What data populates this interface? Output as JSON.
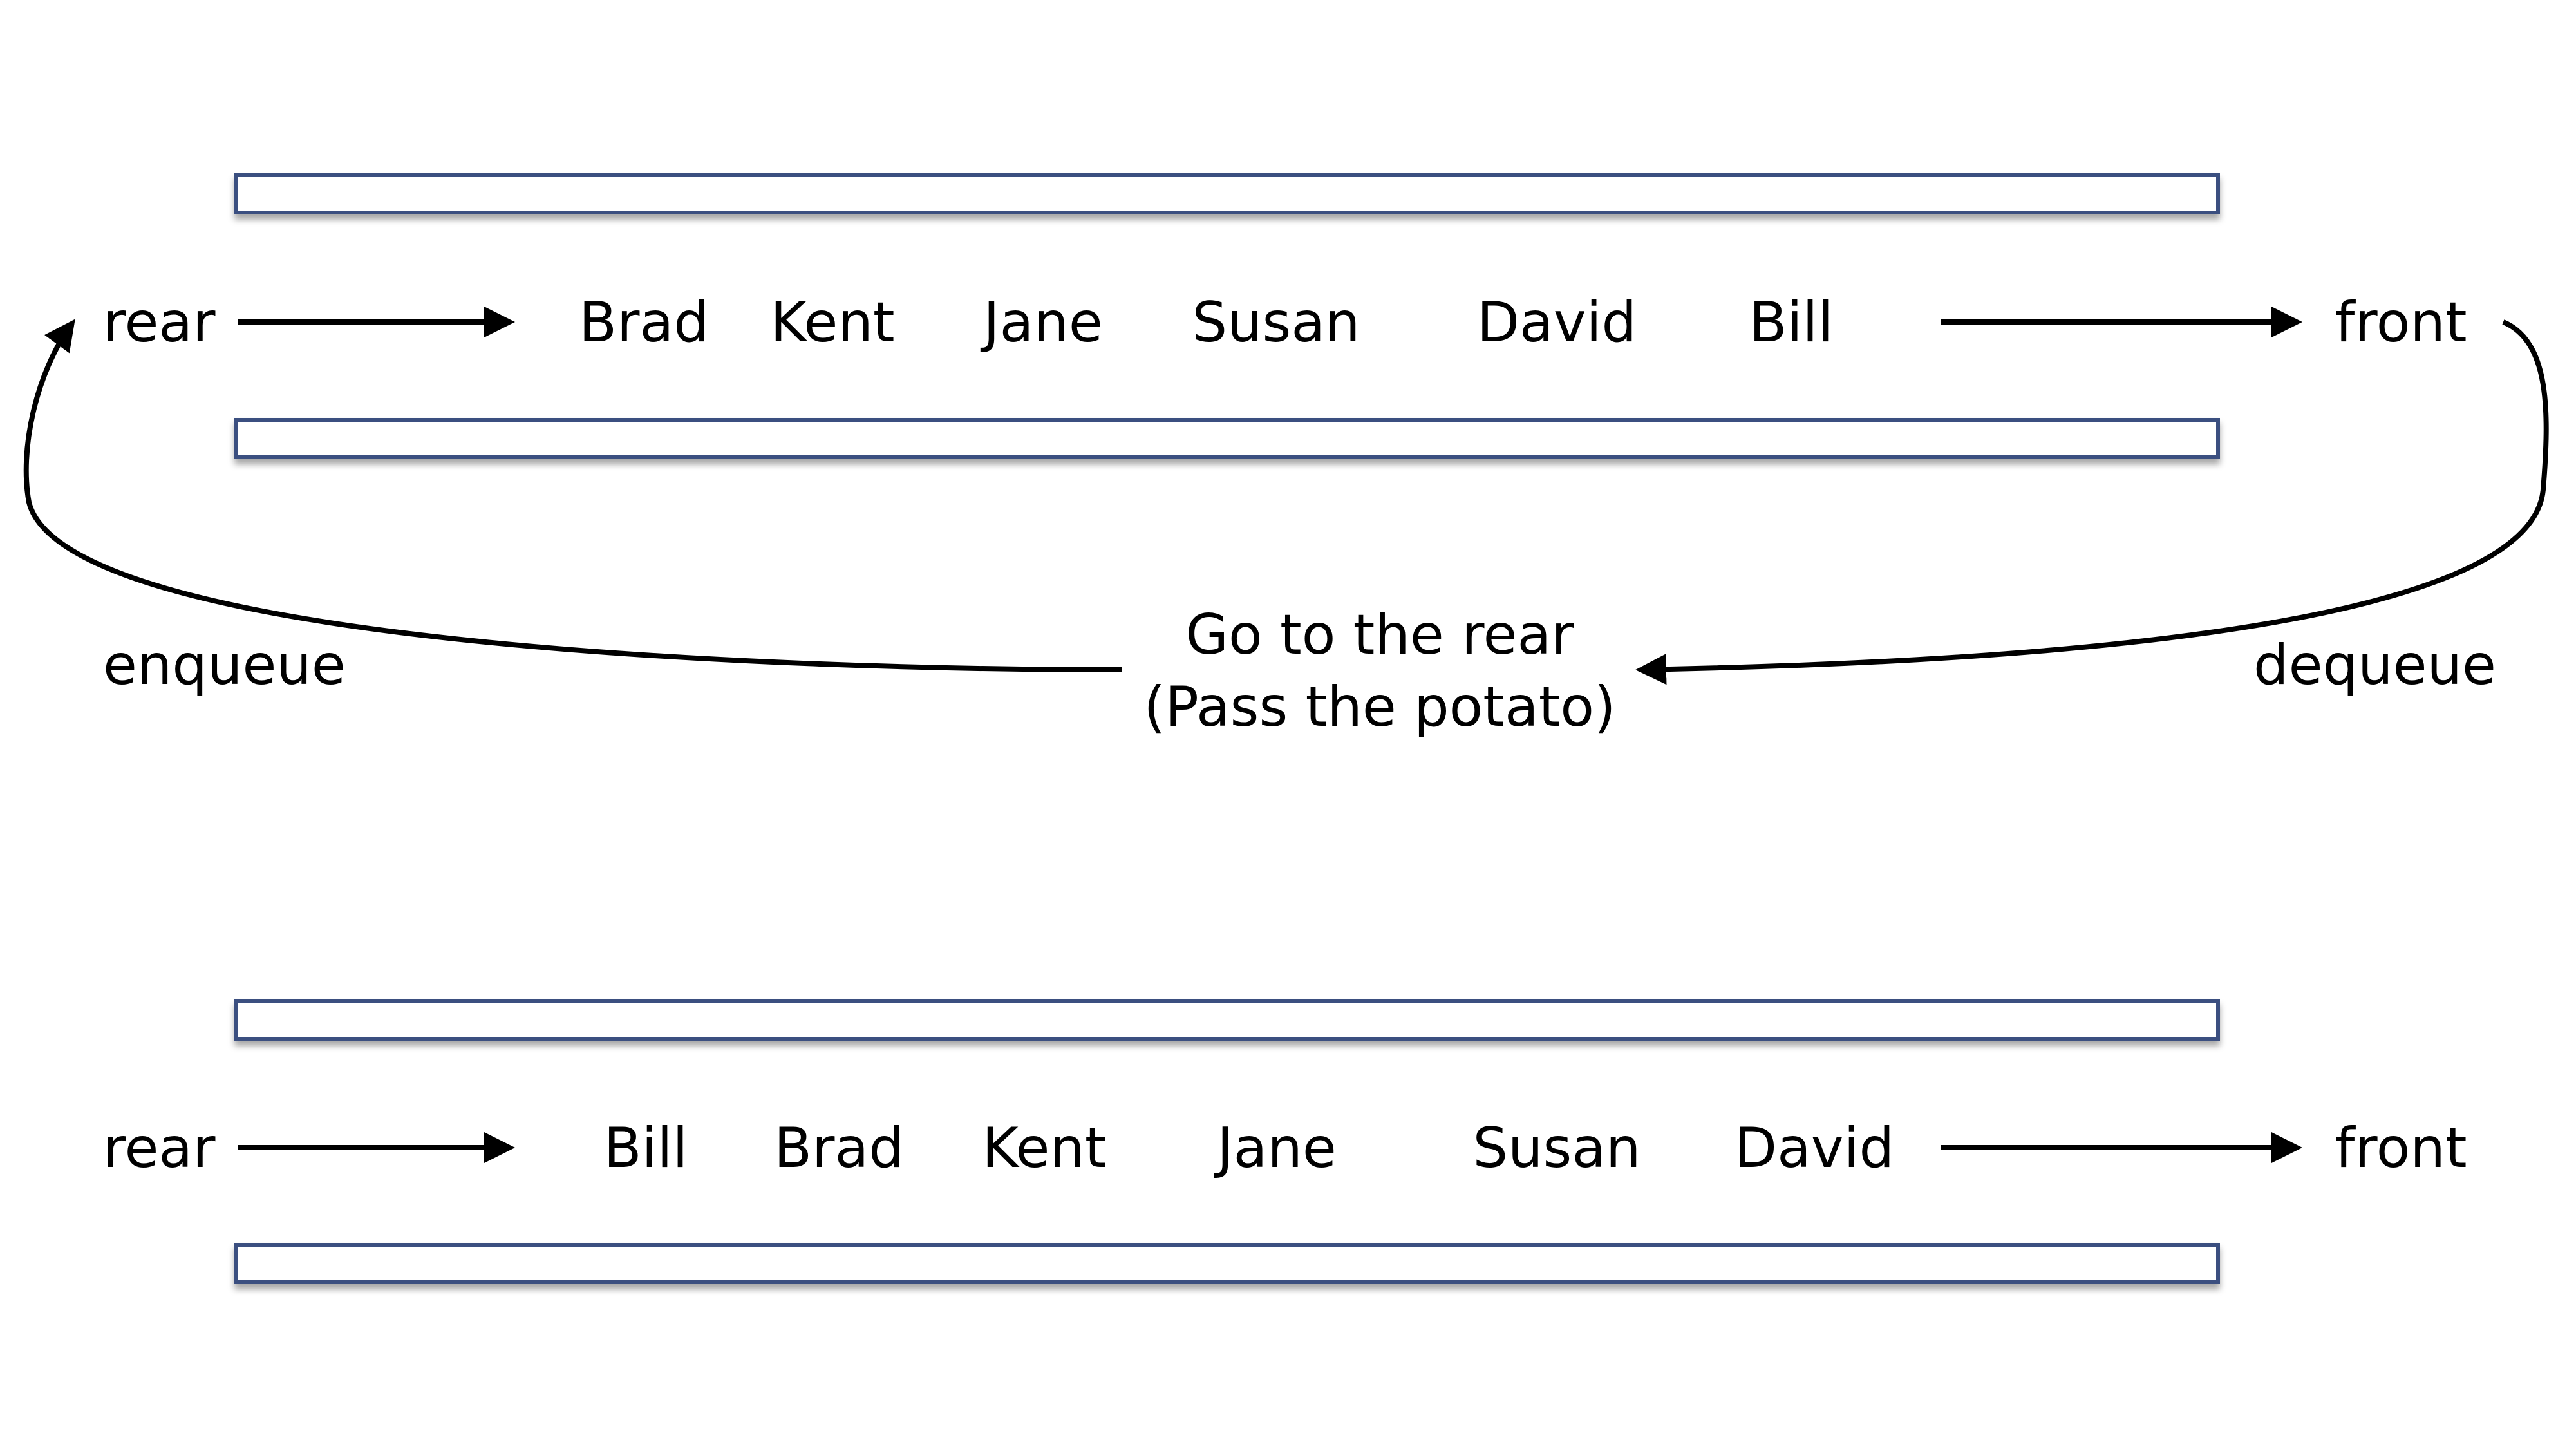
{
  "labels": {
    "rear": "rear",
    "front": "front",
    "enqueue": "enqueue",
    "dequeue": "dequeue"
  },
  "middle_text": {
    "line1": "Go to the rear",
    "line2": "(Pass the potato)"
  },
  "queue_top": [
    "Brad",
    "Kent",
    "Jane",
    "Susan",
    "David",
    "Bill"
  ],
  "queue_bottom": [
    "Bill",
    "Brad",
    "Kent",
    "Jane",
    "Susan",
    "David"
  ]
}
